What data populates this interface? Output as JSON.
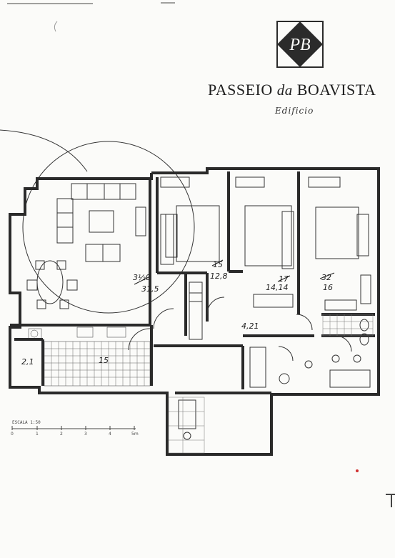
{
  "brand": {
    "name_part1": "PASSEIO ",
    "name_part2": "da",
    "name_part3": " BOAVISTA",
    "subtitle": "Edificio",
    "logo_letters": "PB"
  },
  "rooms": {
    "living": {
      "struck": "3½0",
      "area": "31,5"
    },
    "bedroom1": {
      "struck": "15",
      "area": "12,8"
    },
    "bedroom2": {
      "struck": "17",
      "area": "14,14"
    },
    "bedroom3": {
      "struck": "32",
      "area": "16"
    },
    "hall": {
      "area": "4,21"
    },
    "laundry": {
      "area": "2,1"
    },
    "kitchen": {
      "area": "15"
    }
  },
  "scale": {
    "label": "ESCALA 1:50",
    "ticks": [
      "0",
      "1",
      "2",
      "3",
      "4",
      "5m"
    ]
  },
  "colors": {
    "ink": "#2a2a2a",
    "paper": "#fbfbf9",
    "logo": "#2b2b2b"
  }
}
